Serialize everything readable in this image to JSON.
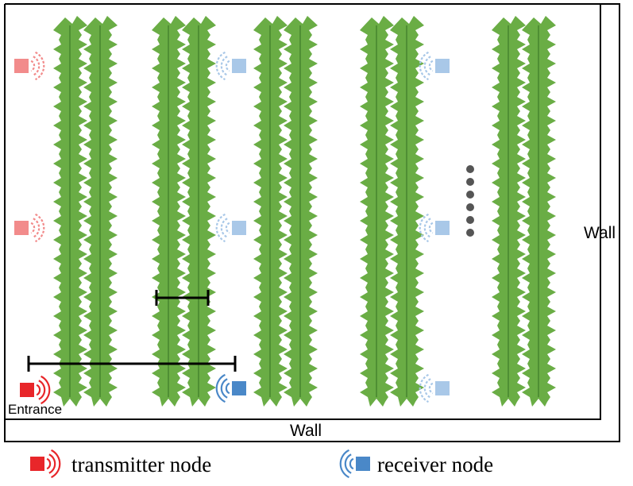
{
  "labels": {
    "wall_right": "Wall",
    "wall_bottom": "Wall",
    "entrance": "Entrance"
  },
  "legend": {
    "transmitter": "transmitter node",
    "receiver": "receiver node"
  },
  "colors": {
    "plant": "#6aad45",
    "plant_dark": "#4f8f34",
    "transmitter": "#e8262a",
    "transmitter_faded": "#f28b8b",
    "receiver": "#4a88c8",
    "receiver_faded": "#a9c8e8",
    "wall": "#000000",
    "ellipsis_dot": "#555555"
  },
  "icons": {
    "transmitter": "transmitter-node-icon",
    "receiver": "receiver-node-icon",
    "plant_row": "plant-row-icon",
    "ellipsis": "vertical-ellipsis-icon"
  }
}
